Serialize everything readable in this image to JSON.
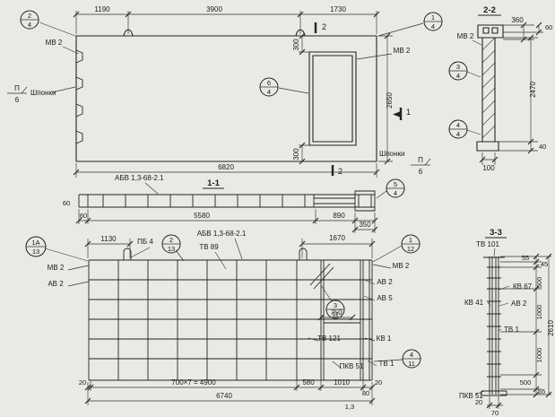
{
  "plan": {
    "dims": {
      "seg1": "1190",
      "seg2": "3900",
      "seg3": "1730",
      "height": "2650",
      "open_top": "300",
      "open_bot": "300",
      "overall": "6820"
    },
    "labels": {
      "mv2_left": "МВ 2",
      "mv2_right": "МВ 2",
      "keys_left": "Шпонки",
      "keys_bottom": "Шпонки",
      "cut1": "1",
      "cut2_top": "2",
      "cut2_bot": "2",
      "flag_n": "П",
      "flag_d": "6"
    },
    "markers": {
      "m2_4": {
        "n": "2",
        "d": "4"
      },
      "m1_4": {
        "n": "1",
        "d": "4"
      },
      "m6_4": {
        "n": "6",
        "d": "4"
      }
    }
  },
  "sec22": {
    "title": "2-2",
    "dims": {
      "head": "360",
      "head2": "60",
      "height": "2470",
      "toe": "40",
      "thickness": "100"
    },
    "labels": {
      "mv2": "МВ 2"
    },
    "markers": {
      "m3_4": {
        "n": "3",
        "d": "4"
      },
      "m4_4": {
        "n": "4",
        "d": "4"
      }
    }
  },
  "sec11": {
    "title": "1-1",
    "mark": "АБВ 1,3-68-2.1",
    "dims": {
      "d60a": "60",
      "d60b": "60",
      "d5580": "5580",
      "d890": "890",
      "d350": "350"
    },
    "markers": {
      "m5_4": {
        "n": "5",
        "d": "4"
      }
    }
  },
  "rebar": {
    "mark": "АБВ 1,3-68-2.1",
    "dims": {
      "d1130": "1130",
      "d1670": "1670",
      "d750": "750",
      "d20_left": "20",
      "spacing": "700×7 = 4900",
      "d580": "580",
      "d1010": "1010",
      "d80": "80",
      "d20_right": "20",
      "overall": "6740",
      "note": "1,3"
    },
    "labels": {
      "pb4": "ПБ 4",
      "tv89": "ТВ 89",
      "mv2_left": "МВ 2",
      "av2_left": "АВ 2",
      "mv2_right": "МВ 2",
      "av2_right": "АВ 2",
      "av5": "АВ 5",
      "tv121": "ТВ 121",
      "kv1": "КВ 1",
      "pkv51": "ПКВ 51",
      "tv1": "ТВ 1"
    },
    "markers": {
      "m1a_13": {
        "n": "1А",
        "d": "13"
      },
      "m2_13": {
        "n": "2",
        "d": "13"
      },
      "m1_12": {
        "n": "1",
        "d": "12"
      },
      "m3_11": {
        "n": "3",
        "d": "11"
      },
      "m4_11": {
        "n": "4",
        "d": "11"
      }
    }
  },
  "sec33": {
    "title": "3-3",
    "dims": {
      "d55_top": "55",
      "d45": "45",
      "d500_top": "500",
      "d1000_a": "1000",
      "d1000_b": "1000",
      "d500_bot": "500",
      "d55_bot": "55",
      "overall": "2610",
      "d20": "20",
      "d70": "70"
    },
    "labels": {
      "tv101": "ТВ 101",
      "kv67": "КВ 67",
      "kv41": "КВ 41",
      "av2": "АВ 2",
      "tv1": "ТВ 1",
      "pkv51": "ПКВ 51"
    }
  }
}
